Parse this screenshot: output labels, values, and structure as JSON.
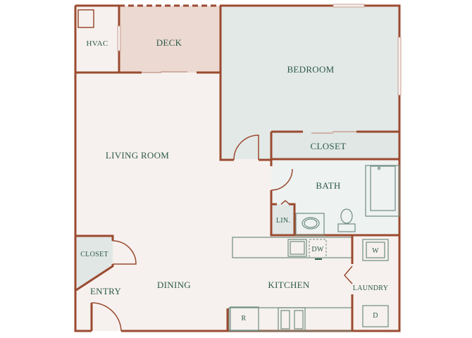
{
  "floorplan": {
    "colors": {
      "wall": "#9b4a30",
      "living_floor": "#f6f1ee",
      "deck_floor": "#ecd9d1",
      "bedroom_floor": "#e3e9e7",
      "bath_floor": "#eef2f1",
      "closet_floor": "#e0e7e5",
      "label": "#2d5a4a",
      "fixture": "#6f8c80"
    },
    "rooms": {
      "hvac": "HVAC",
      "deck": "DECK",
      "bedroom": "BEDROOM",
      "bedroom_closet": "CLOSET",
      "living_room": "LIVING ROOM",
      "bath": "BATH",
      "linen": "LIN.",
      "entry_closet": "CLOSET",
      "entry": "ENTRY",
      "dining": "DINING",
      "kitchen": "KITCHEN",
      "laundry": "LAUNDRY"
    },
    "appliances": {
      "dishwasher": "DW",
      "refrigerator": "R",
      "washer": "W",
      "dryer": "D"
    }
  }
}
